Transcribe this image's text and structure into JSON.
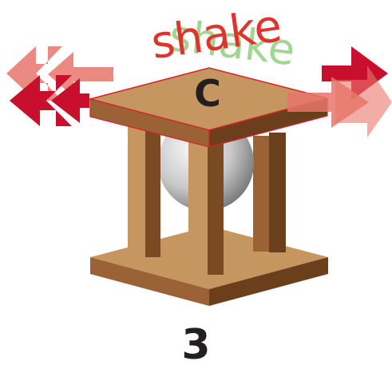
{
  "figure": {
    "caption_label": "C",
    "shake_text": "shake",
    "panel_number": "3"
  },
  "colors": {
    "arrow_red": "#c8102e",
    "arrow_faded": "#e8766a",
    "shake_green": "#8fcf7e",
    "shake_red": "#e0332c",
    "wood_light": "#c69660",
    "wood_dark": "#7a4a22",
    "wood_mid": "#9a6235",
    "ball_light": "#f2f2f2",
    "ball_dark": "#7c7c7c",
    "outline_red": "#d9222a",
    "text_dark": "#231f20"
  },
  "icons": [
    "double-left-arrow-icon",
    "double-right-arrow-icon",
    "ball-icon"
  ]
}
